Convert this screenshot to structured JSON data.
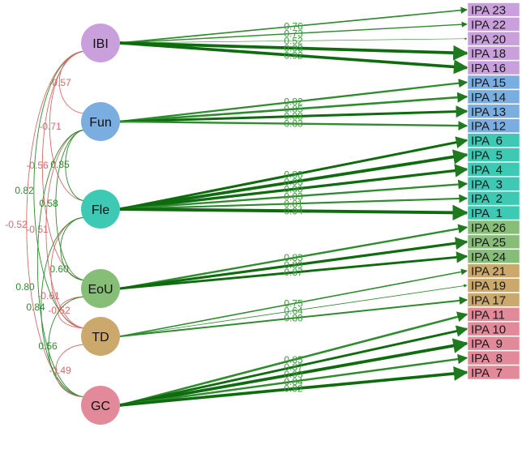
{
  "factors": [
    {
      "id": "IBI",
      "label": "IBI",
      "color": "#c9a0dc"
    },
    {
      "id": "Fun",
      "label": "Fun",
      "color": "#7aaee0"
    },
    {
      "id": "Fle",
      "label": "Fle",
      "color": "#3ec9b4"
    },
    {
      "id": "EoU",
      "label": "EoU",
      "color": "#86be78"
    },
    {
      "id": "TD",
      "label": "TD",
      "color": "#cba86c"
    },
    {
      "id": "GC",
      "label": "GC",
      "color": "#e38a9a"
    }
  ],
  "items": [
    {
      "id": "IPA23",
      "label": "IPA 23",
      "factor": "IBI",
      "loading": "0.76",
      "color": "#c9a0dc"
    },
    {
      "id": "IPA22",
      "label": "IPA 22",
      "factor": "IBI",
      "loading": "0.73",
      "color": "#c9a0dc"
    },
    {
      "id": "IPA20",
      "label": "IPA 20",
      "factor": "IBI",
      "loading": "0.52",
      "color": "#c9a0dc"
    },
    {
      "id": "IPA18",
      "label": "IPA 18",
      "factor": "IBI",
      "loading": "0.93",
      "color": "#c9a0dc"
    },
    {
      "id": "IPA16",
      "label": "IPA 16",
      "factor": "IBI",
      "loading": "0.92",
      "color": "#c9a0dc"
    },
    {
      "id": "IPA15",
      "label": "IPA 15",
      "factor": "Fun",
      "loading": "0.82",
      "color": "#7aaee0"
    },
    {
      "id": "IPA14",
      "label": "IPA 14",
      "factor": "Fun",
      "loading": "0.85",
      "color": "#7aaee0"
    },
    {
      "id": "IPA13",
      "label": "IPA 13",
      "factor": "Fun",
      "loading": "0.88",
      "color": "#7aaee0"
    },
    {
      "id": "IPA12",
      "label": "IPA 12",
      "factor": "Fun",
      "loading": "0.83",
      "color": "#7aaee0"
    },
    {
      "id": "IPA6",
      "label": "IPA  6",
      "factor": "Fle",
      "loading": "0.88",
      "color": "#3ec9b4"
    },
    {
      "id": "IPA5",
      "label": "IPA  5",
      "factor": "Fle",
      "loading": "0.93",
      "color": "#3ec9b4"
    },
    {
      "id": "IPA4",
      "label": "IPA  4",
      "factor": "Fle",
      "loading": "0.90",
      "color": "#3ec9b4"
    },
    {
      "id": "IPA3",
      "label": "IPA  3",
      "factor": "Fle",
      "loading": "0.83",
      "color": "#3ec9b4"
    },
    {
      "id": "IPA2",
      "label": "IPA  2",
      "factor": "Fle",
      "loading": "0.81",
      "color": "#3ec9b4"
    },
    {
      "id": "IPA1",
      "label": "IPA  1",
      "factor": "Fle",
      "loading": "0.94",
      "color": "#3ec9b4"
    },
    {
      "id": "IPA26",
      "label": "IPA 26",
      "factor": "EoU",
      "loading": "0.83",
      "color": "#86be78"
    },
    {
      "id": "IPA25",
      "label": "IPA 25",
      "factor": "EoU",
      "loading": "0.89",
      "color": "#86be78"
    },
    {
      "id": "IPA24",
      "label": "IPA 24",
      "factor": "EoU",
      "loading": "0.87",
      "color": "#86be78"
    },
    {
      "id": "IPA21",
      "label": "IPA 21",
      "factor": "TD",
      "loading": "0.75",
      "color": "#cba86c"
    },
    {
      "id": "IPA19",
      "label": "IPA 19",
      "factor": "TD",
      "loading": "0.64",
      "color": "#cba86c"
    },
    {
      "id": "IPA17",
      "label": "IPA 17",
      "factor": "TD",
      "loading": "0.80",
      "color": "#cba86c"
    },
    {
      "id": "IPA11",
      "label": "IPA 11",
      "factor": "GC",
      "loading": "0.85",
      "color": "#e38a9a"
    },
    {
      "id": "IPA10",
      "label": "IPA 10",
      "factor": "GC",
      "loading": "0.87",
      "color": "#e38a9a"
    },
    {
      "id": "IPA9",
      "label": "IPA  9",
      "factor": "GC",
      "loading": "0.93",
      "color": "#e38a9a"
    },
    {
      "id": "IPA8",
      "label": "IPA  8",
      "factor": "GC",
      "loading": "0.84",
      "color": "#e38a9a"
    },
    {
      "id": "IPA7",
      "label": "IPA  7",
      "factor": "GC",
      "loading": "0.92",
      "color": "#e38a9a"
    }
  ],
  "covariances": [
    {
      "from": "IBI",
      "to": "Fun",
      "value": "-0.57"
    },
    {
      "from": "IBI",
      "to": "Fle",
      "value": "-0.71"
    },
    {
      "from": "IBI",
      "to": "EoU",
      "value": "-0.56"
    },
    {
      "from": "IBI",
      "to": "TD",
      "value": "0.82"
    },
    {
      "from": "IBI",
      "to": "GC",
      "value": "-0.52"
    },
    {
      "from": "Fun",
      "to": "Fle",
      "value": "0.85"
    },
    {
      "from": "Fun",
      "to": "EoU",
      "value": "0.58"
    },
    {
      "from": "Fun",
      "to": "TD",
      "value": "-0.51"
    },
    {
      "from": "Fun",
      "to": "GC",
      "value": "0.80"
    },
    {
      "from": "Fle",
      "to": "EoU",
      "value": "0.60"
    },
    {
      "from": "Fle",
      "to": "TD",
      "value": "-0.61"
    },
    {
      "from": "Fle",
      "to": "GC",
      "value": "0.84"
    },
    {
      "from": "EoU",
      "to": "TD",
      "value": "-0.52"
    },
    {
      "from": "EoU",
      "to": "GC",
      "value": "0.56"
    },
    {
      "from": "TD",
      "to": "GC",
      "value": "-0.49"
    }
  ],
  "colors": {
    "positive_path": "#2e8b2e",
    "strong_path": "#0e6b0e",
    "negative_path": "#d76a6a",
    "loading_text": "#3d9a3d"
  }
}
